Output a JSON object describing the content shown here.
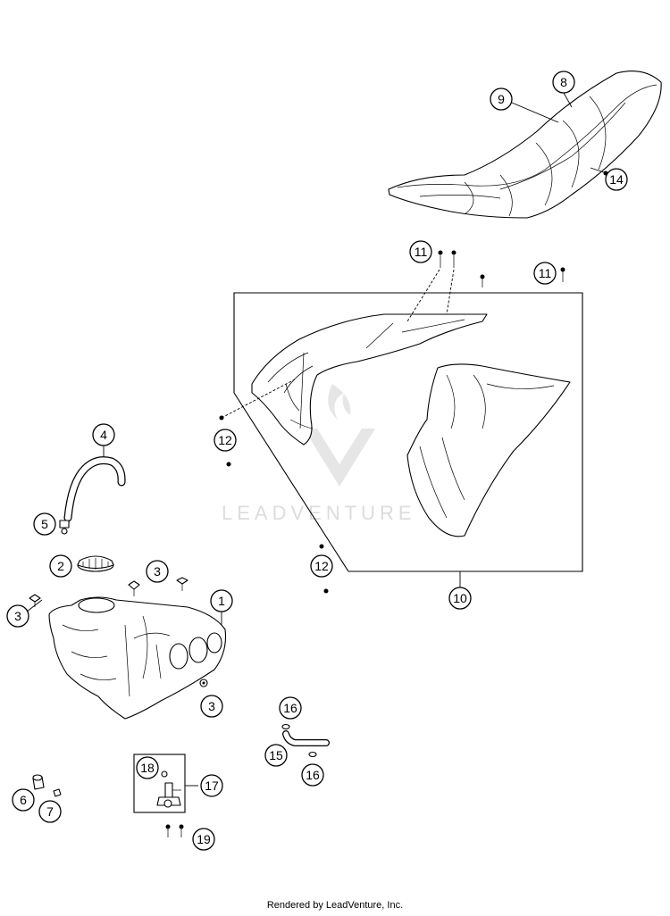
{
  "callouts": {
    "c1": "1",
    "c2": "2",
    "c3a": "3",
    "c3b": "3",
    "c3c": "3",
    "c4": "4",
    "c5": "5",
    "c6": "6",
    "c7": "7",
    "c8": "8",
    "c9": "9",
    "c10": "10",
    "c11a": "11",
    "c11b": "11",
    "c12a": "12",
    "c12b": "12",
    "c14": "14",
    "c15": "15",
    "c16a": "16",
    "c16b": "16",
    "c17": "17",
    "c18": "18",
    "c19": "19"
  },
  "watermark": "LEADVENTURE",
  "footer": "Rendered by LeadVenture, Inc."
}
